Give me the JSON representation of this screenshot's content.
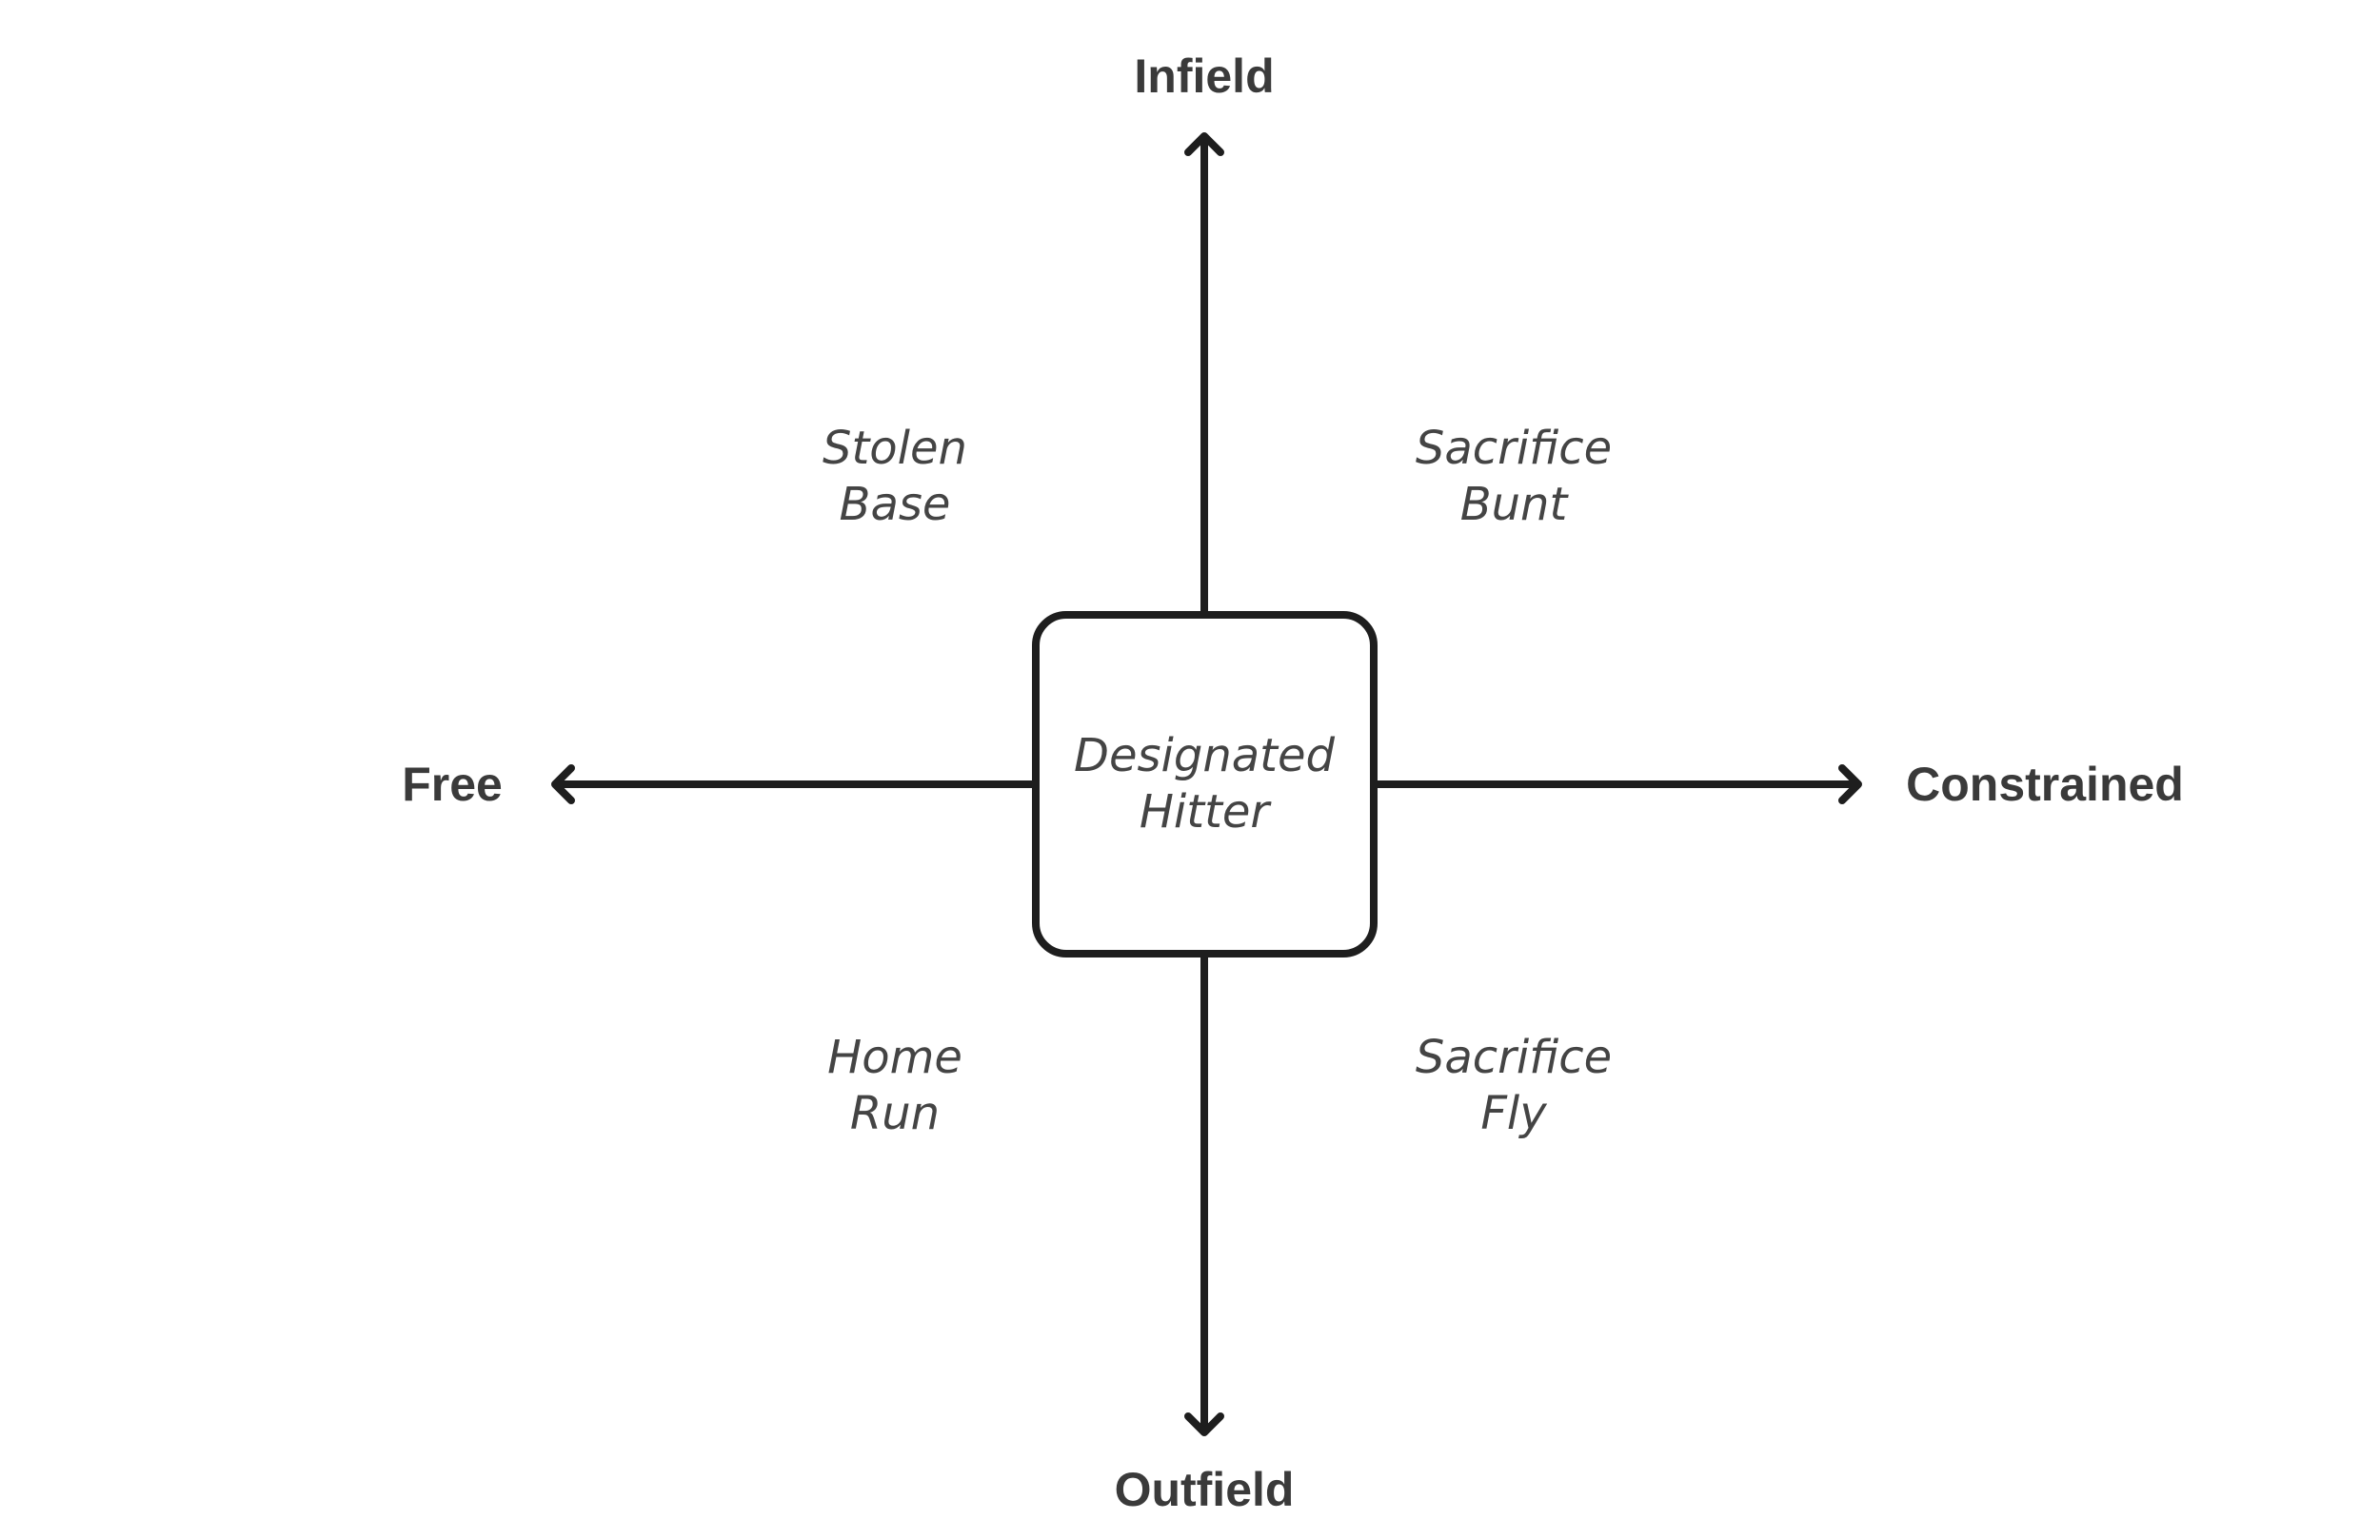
{
  "diagram": {
    "axes": {
      "top": "Infield",
      "bottom": "Outfield",
      "left": "Free",
      "right": "Constrained"
    },
    "center": {
      "line1": "Designated",
      "line2": "Hitter"
    },
    "quadrants": {
      "top_left": {
        "line1": "Stolen",
        "line2": "Base"
      },
      "top_right": {
        "line1": "Sacrifice",
        "line2": "Bunt"
      },
      "bottom_left": {
        "line1": "Home",
        "line2": "Run"
      },
      "bottom_right": {
        "line1": "Sacrifice",
        "line2": "Fly"
      }
    },
    "colors": {
      "stroke": "#1e1e1e",
      "axis_text": "#3a3a3a",
      "label_text": "#444444",
      "background": "#ffffff"
    }
  }
}
